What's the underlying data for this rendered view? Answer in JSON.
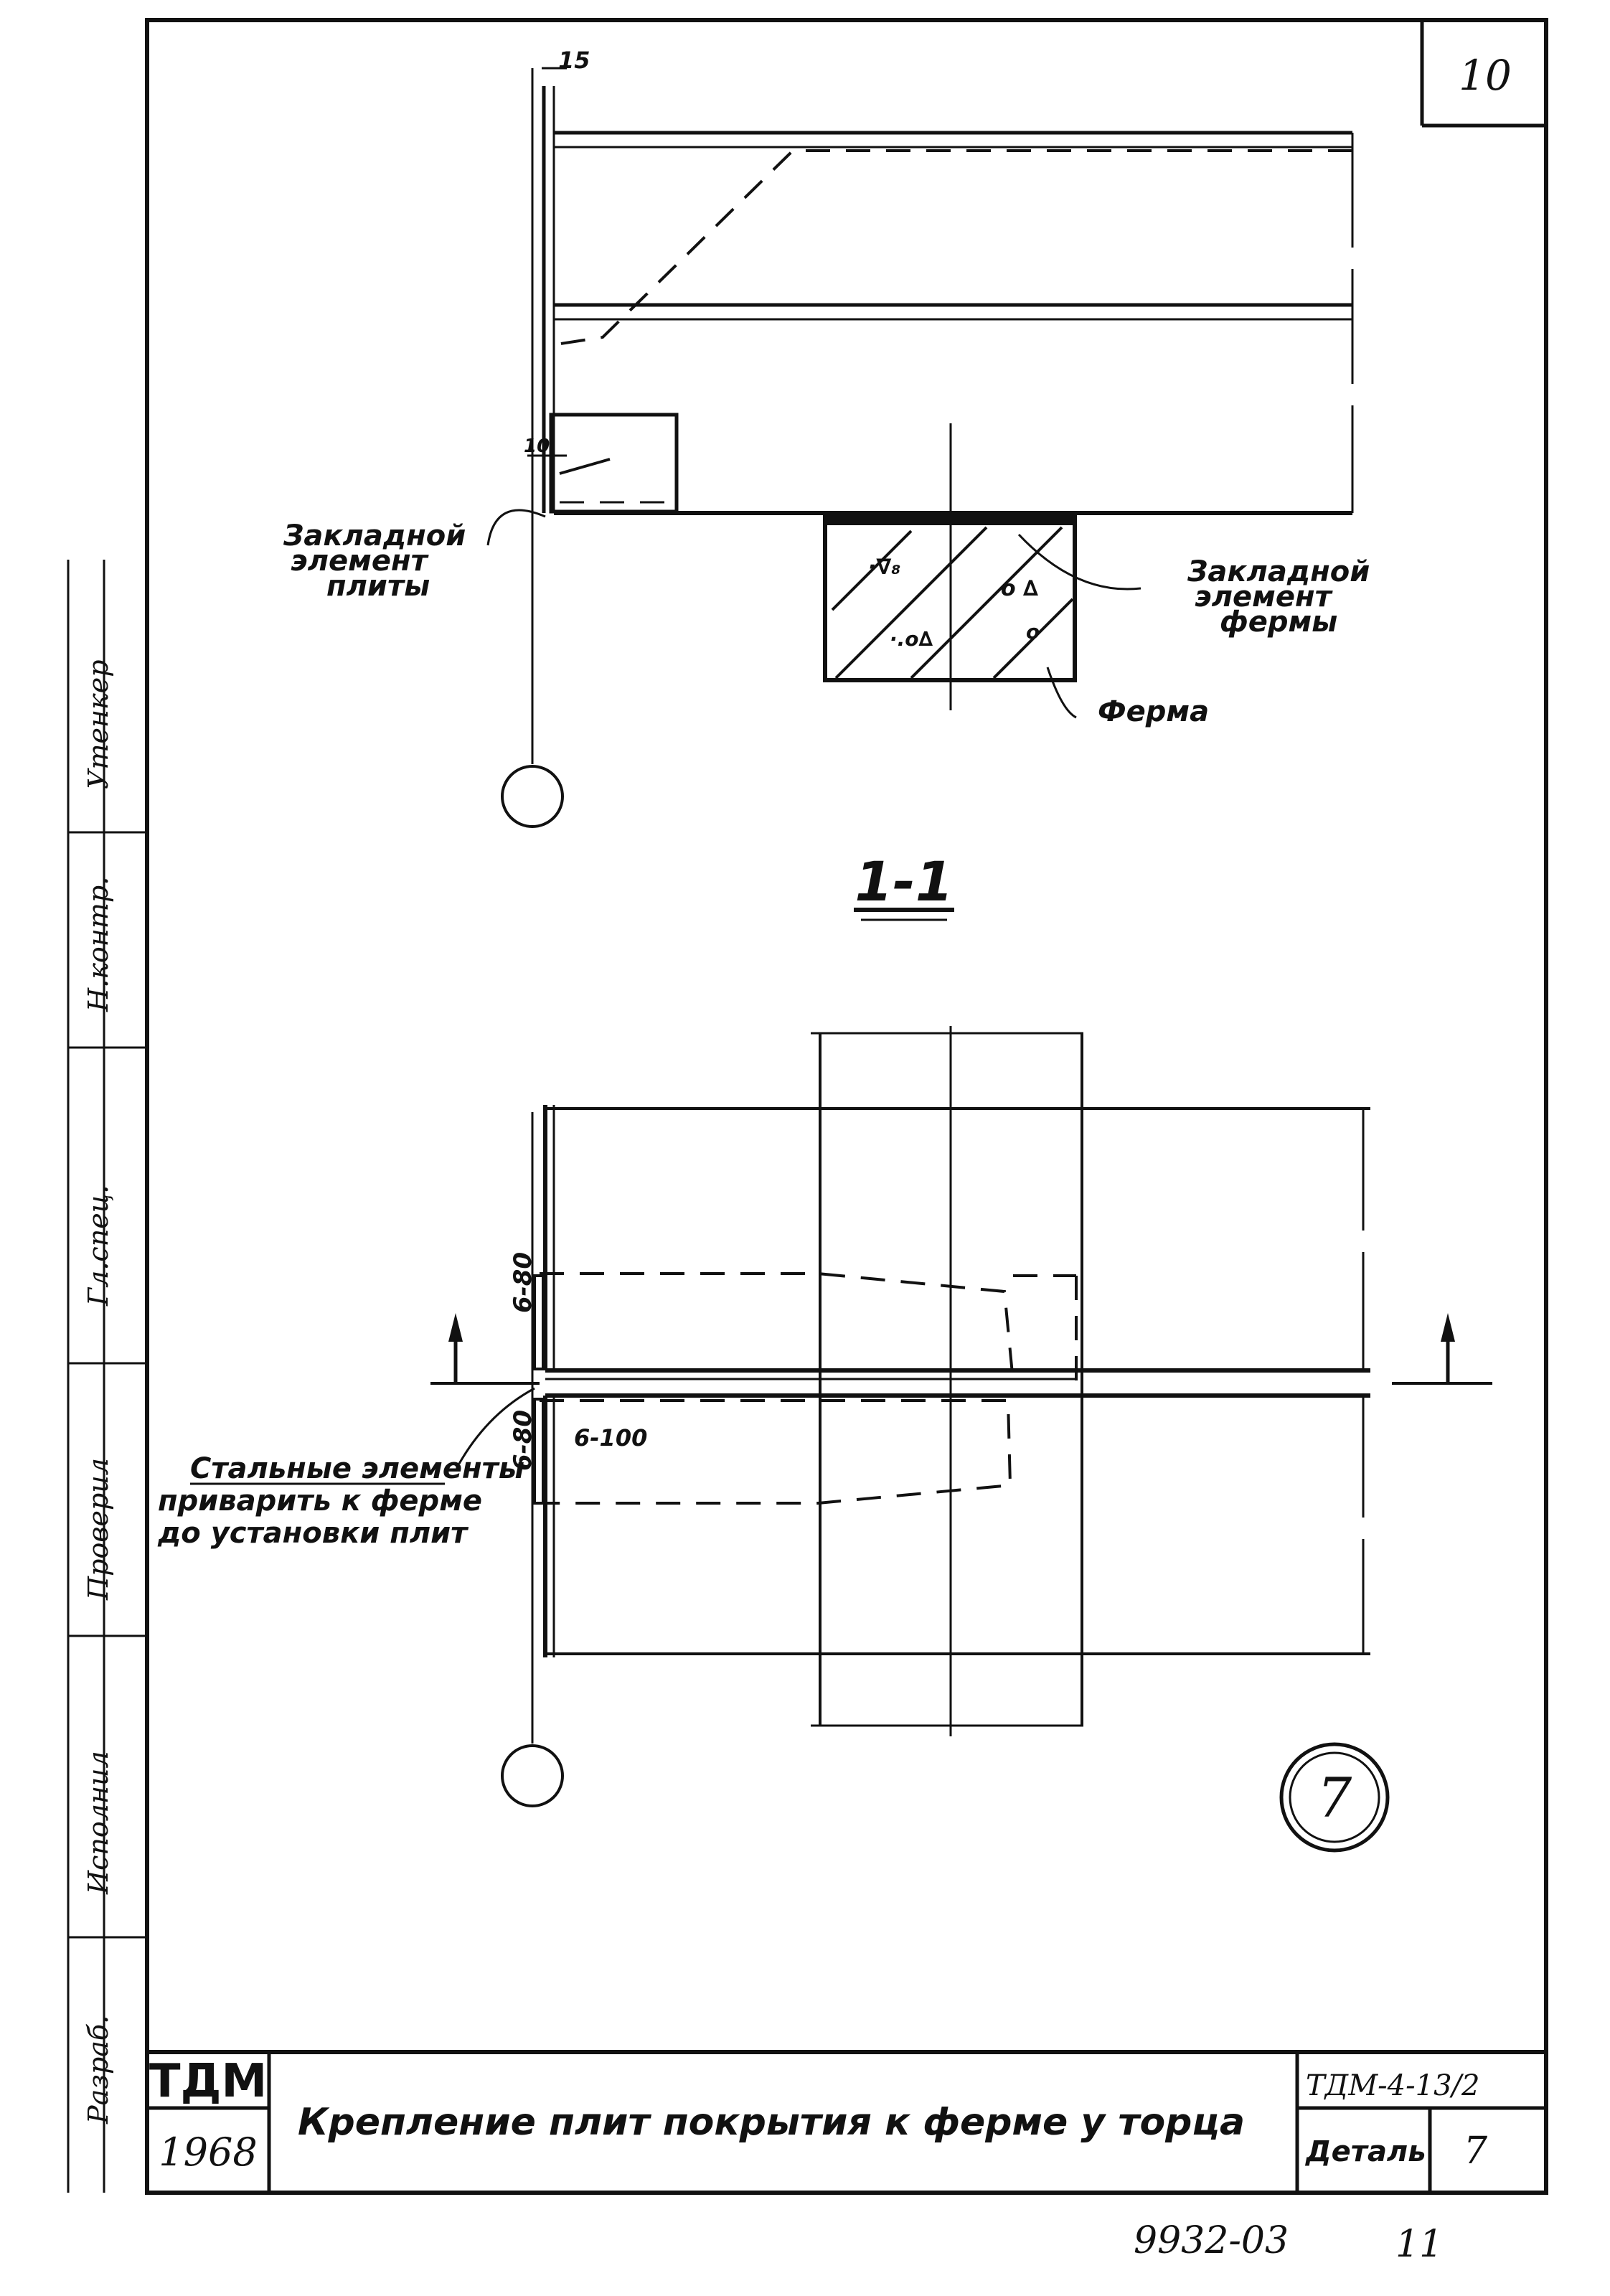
{
  "sheet": {
    "sheet_number": "10",
    "detail_badge": "7",
    "footer_code": "9932-03",
    "footer_page": "11"
  },
  "top_view": {
    "dim_top": "15",
    "dim_left": "10",
    "label_plate_embed": [
      "Закладной",
      "элемент",
      "плиты"
    ],
    "label_truss_embed": [
      "Закладной",
      "элемент",
      "фермы"
    ],
    "label_truss": "Ферма"
  },
  "section": {
    "label": "1-1"
  },
  "bottom_view": {
    "weld_upper": "6-80",
    "weld_lower": "6-80",
    "weld_horizontal": "6-100",
    "note": [
      "Стальные элементы",
      "приварить к ферме",
      "до установки плит"
    ]
  },
  "margin_stamp": [
    "Утенкер",
    "Н.контр.",
    "Гл.спец.",
    "Проверил",
    "Исполнил",
    "Разраб."
  ],
  "title_block": {
    "org": "ТДМ",
    "year": "1968",
    "title": "Крепление плит покрытия к ферме у торца",
    "doc_code": "ТДМ-4-13/2",
    "detail_label": "Деталь",
    "detail_value": "7"
  }
}
